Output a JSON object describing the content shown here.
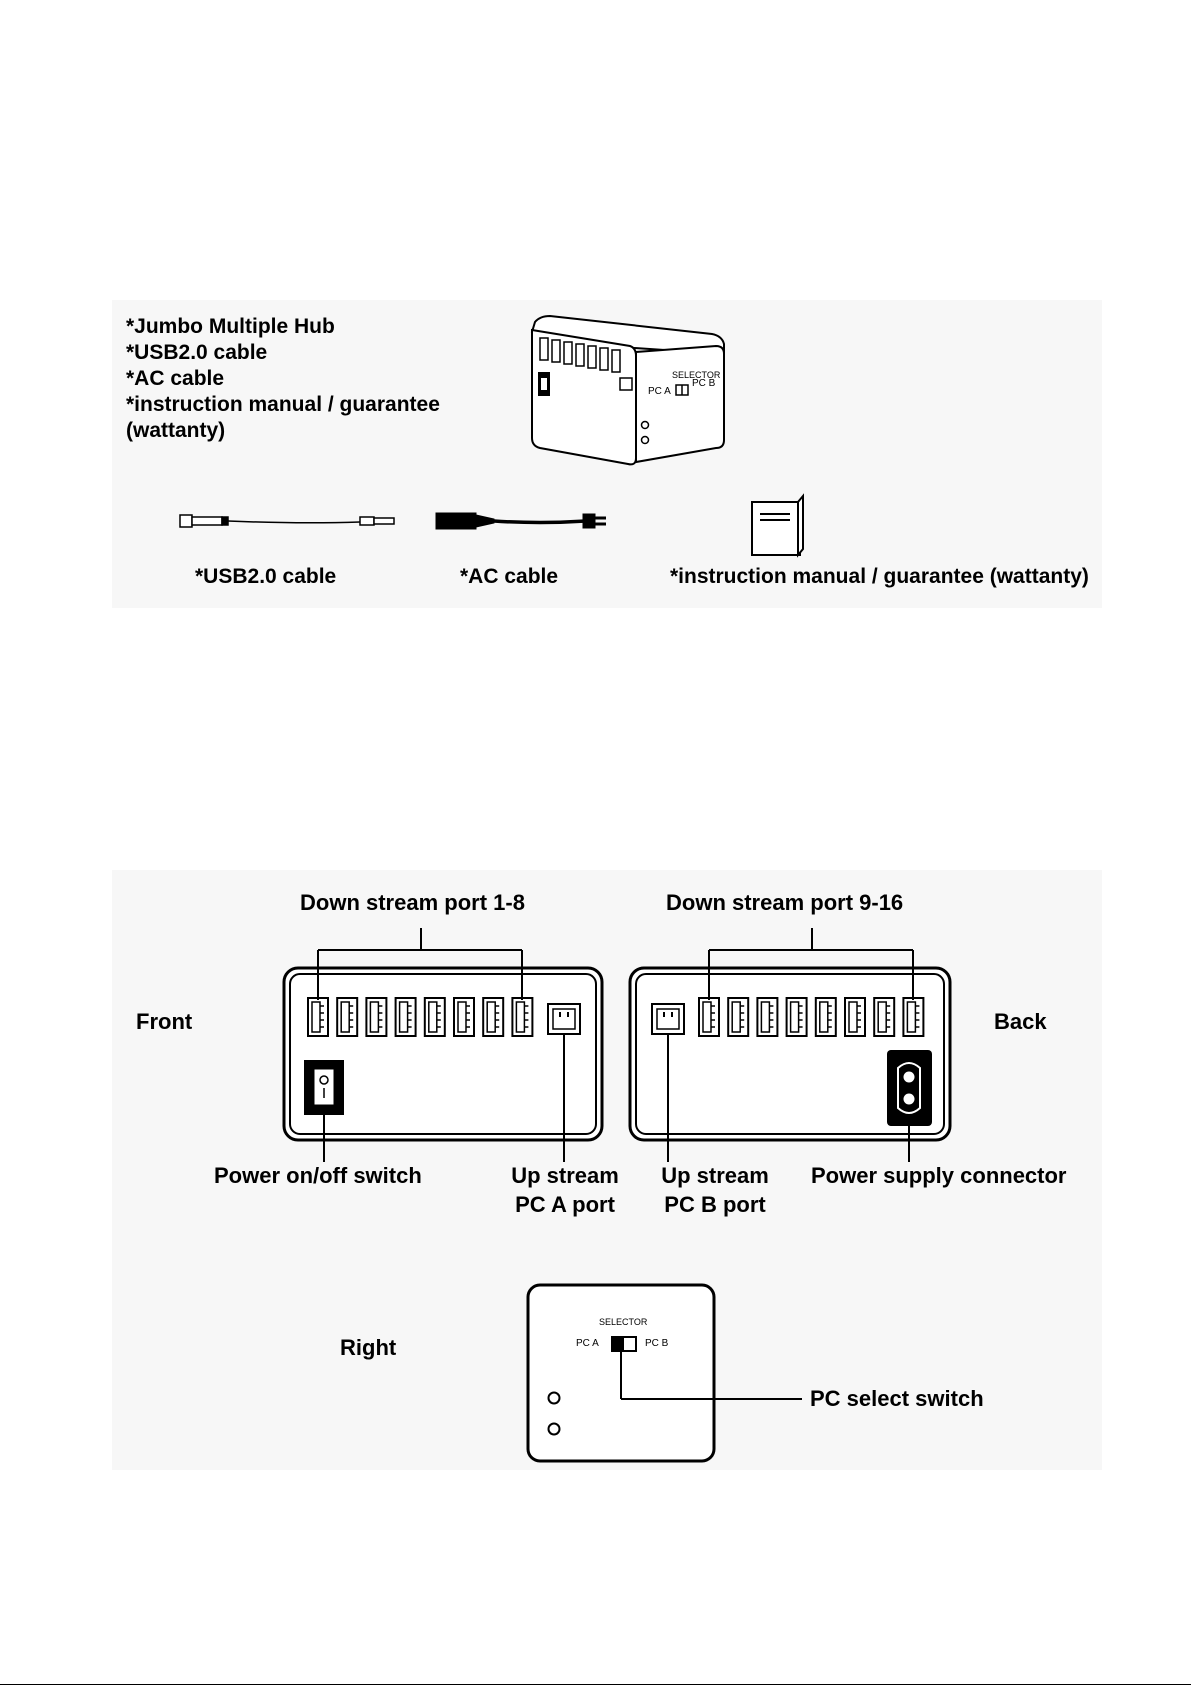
{
  "contents": {
    "items": [
      "*Jumbo Multiple Hub",
      "*USB2.0 cable",
      "*AC cable",
      "*instruction manual / guarantee",
      "(wattanty)"
    ],
    "hub_selector": {
      "title": "SELECTOR",
      "left": "PC A",
      "right": "PC B"
    },
    "captions": {
      "usb": "*USB2.0 cable",
      "ac": "*AC cable",
      "manual": "*instruction manual / guarantee (wattanty)"
    }
  },
  "layout": {
    "front_label": "Front",
    "back_label": "Back",
    "right_label": "Right",
    "downstream_1_8": "Down stream port 1-8",
    "downstream_9_16": "Down stream port 9-16",
    "power_switch": "Power on/off switch",
    "upstream_a_line1": "Up stream",
    "upstream_a_line2": "PC A port",
    "upstream_b_line1": "Up stream",
    "upstream_b_line2": "PC B port",
    "power_connector": "Power supply connector",
    "selector_title": "SELECTOR",
    "selector_left": "PC A",
    "selector_right": "PC B",
    "pc_select_switch": "PC select switch"
  }
}
